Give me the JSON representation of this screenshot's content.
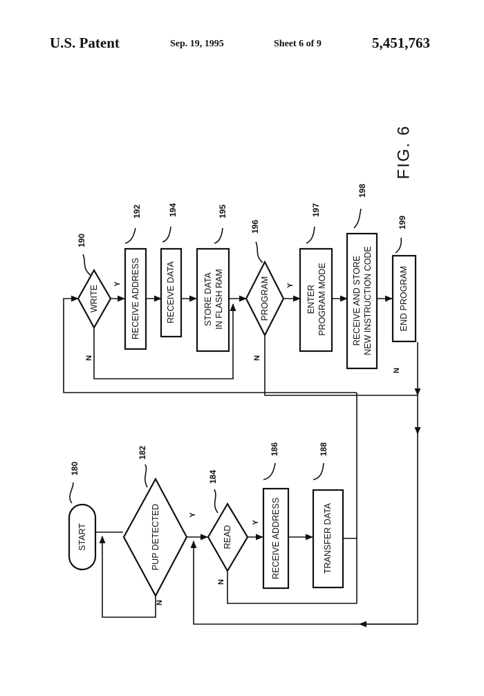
{
  "header": {
    "left": "U.S. Patent",
    "date": "Sep. 19, 1995",
    "sheet": "Sheet 6 of 9",
    "patent_number": "5,451,763"
  },
  "figure_label": "FIG. 6",
  "nodes": {
    "start": {
      "label": "START",
      "ref": "180"
    },
    "pup": {
      "label": "PUP DETECTED",
      "ref": "182"
    },
    "read": {
      "label": "READ",
      "ref": "184"
    },
    "recv_addr_read": {
      "label": "RECEIVE ADDRESS",
      "ref": "186"
    },
    "transfer": {
      "label": "TRANSFER DATA",
      "ref": "188"
    },
    "write": {
      "label": "WRITE",
      "ref": "190"
    },
    "recv_addr_write": {
      "label": "RECEIVE ADDRESS",
      "ref": "192"
    },
    "recv_data": {
      "label": "RECEIVE DATA",
      "ref": "194"
    },
    "store": {
      "label1": "STORE DATA",
      "label2": "IN FLASH RAM",
      "ref": "195"
    },
    "program": {
      "label": "PROGRAM",
      "ref": "196"
    },
    "enter": {
      "label1": "ENTER",
      "label2": "PROGRAM MODE",
      "ref": "197"
    },
    "recv_store": {
      "label1": "RECEIVE AND STORE",
      "label2": "NEW INSTRUCTION CODE",
      "ref": "198"
    },
    "end": {
      "label": "END PROGRAM",
      "ref": "199"
    }
  },
  "branches": {
    "yes": "Y",
    "no": "N"
  }
}
